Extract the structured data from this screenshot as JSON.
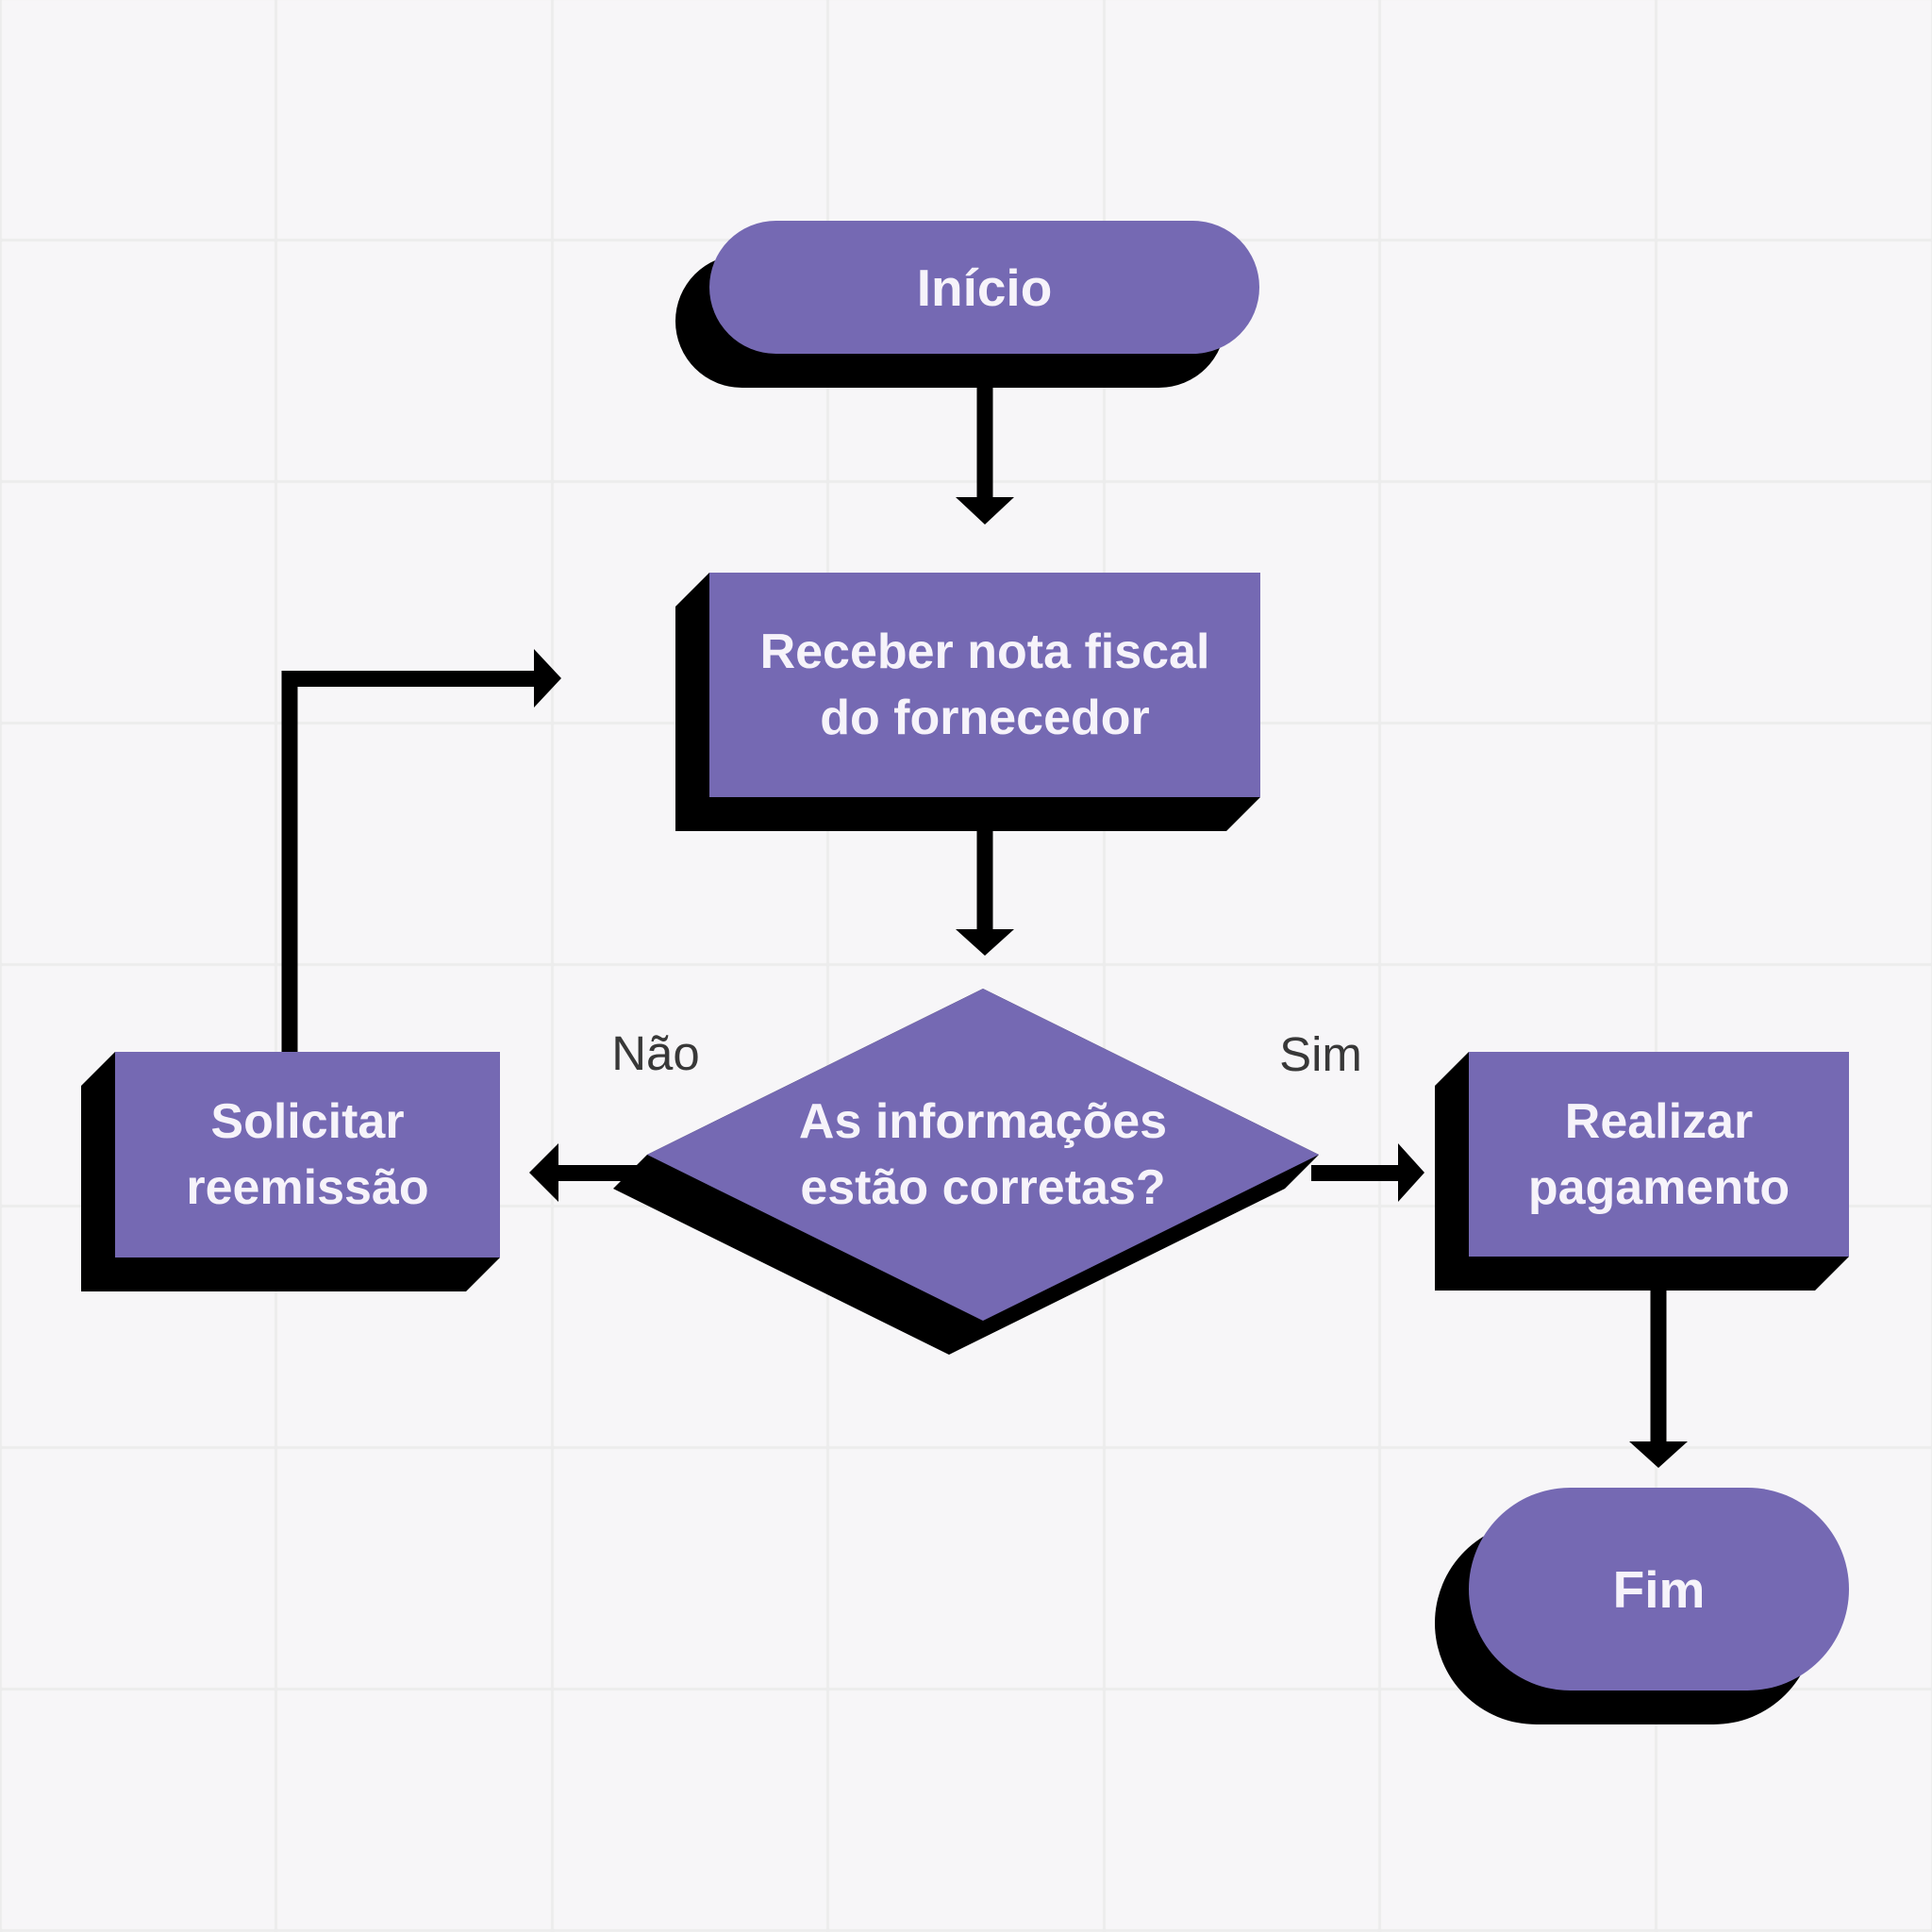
{
  "colors": {
    "background": "#f7f6f8",
    "grid_line": "#ececec",
    "node_fill": "#7569b3",
    "node_text": "#f6f3fa",
    "shadow": "#000000",
    "arrow": "#000000",
    "edge_label_text": "#383838"
  },
  "nodes": {
    "inicio": {
      "type": "terminator",
      "label": "Início"
    },
    "receber": {
      "type": "process",
      "line1": "Receber nota fiscal",
      "line2": "do fornecedor"
    },
    "decisao": {
      "type": "decision",
      "line1": "As informações",
      "line2": "estão corretas?"
    },
    "solicitar": {
      "type": "process",
      "line1": "Solicitar",
      "line2": "reemissão"
    },
    "realizar": {
      "type": "process",
      "line1": "Realizar",
      "line2": "pagamento"
    },
    "fim": {
      "type": "terminator",
      "label": "Fim"
    }
  },
  "edge_labels": {
    "nao": "Não",
    "sim": "Sim"
  },
  "edges": [
    {
      "from": "inicio",
      "to": "receber",
      "label": ""
    },
    {
      "from": "receber",
      "to": "decisao",
      "label": ""
    },
    {
      "from": "decisao",
      "to": "solicitar",
      "label": "Não"
    },
    {
      "from": "decisao",
      "to": "realizar",
      "label": "Sim"
    },
    {
      "from": "solicitar",
      "to": "receber",
      "label": ""
    },
    {
      "from": "realizar",
      "to": "fim",
      "label": ""
    }
  ]
}
